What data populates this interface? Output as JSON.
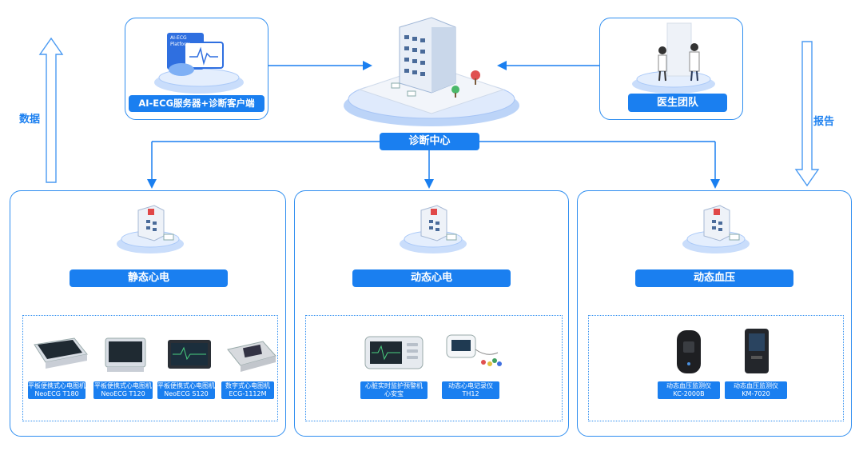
{
  "top": {
    "server_label": "AI-ECG服务器+诊断客户端",
    "platform_text_1": "AI-ECG",
    "platform_text_2": "Platform",
    "center_label": "诊断中心",
    "team_label": "医生团队",
    "left_arrow_label": "数据",
    "right_arrow_label": "报告"
  },
  "sections": [
    {
      "title": "静态心电",
      "devices": [
        {
          "line1": "平板便携式心电图机",
          "line2": "NeoECG T180"
        },
        {
          "line1": "平板便携式心电图机",
          "line2": "NeoECG T120"
        },
        {
          "line1": "平板便携式心电图机",
          "line2": "NeoECG S120"
        },
        {
          "line1": "数字式心电图机",
          "line2": "ECG-1112M"
        }
      ]
    },
    {
      "title": "动态心电",
      "devices": [
        {
          "line1": "心脏实时监护预警机",
          "line2": "心安宝"
        },
        {
          "line1": "动态心电记录仪",
          "line2": "TH12"
        }
      ]
    },
    {
      "title": "动态血压",
      "devices": [
        {
          "line1": "动态血压监测仪",
          "line2": "KC-2000B"
        },
        {
          "line1": "动态血压监测仪",
          "line2": "KM-7020"
        }
      ]
    }
  ],
  "colors": {
    "accent": "#1a7ff0",
    "border": "#2f8ef0"
  }
}
